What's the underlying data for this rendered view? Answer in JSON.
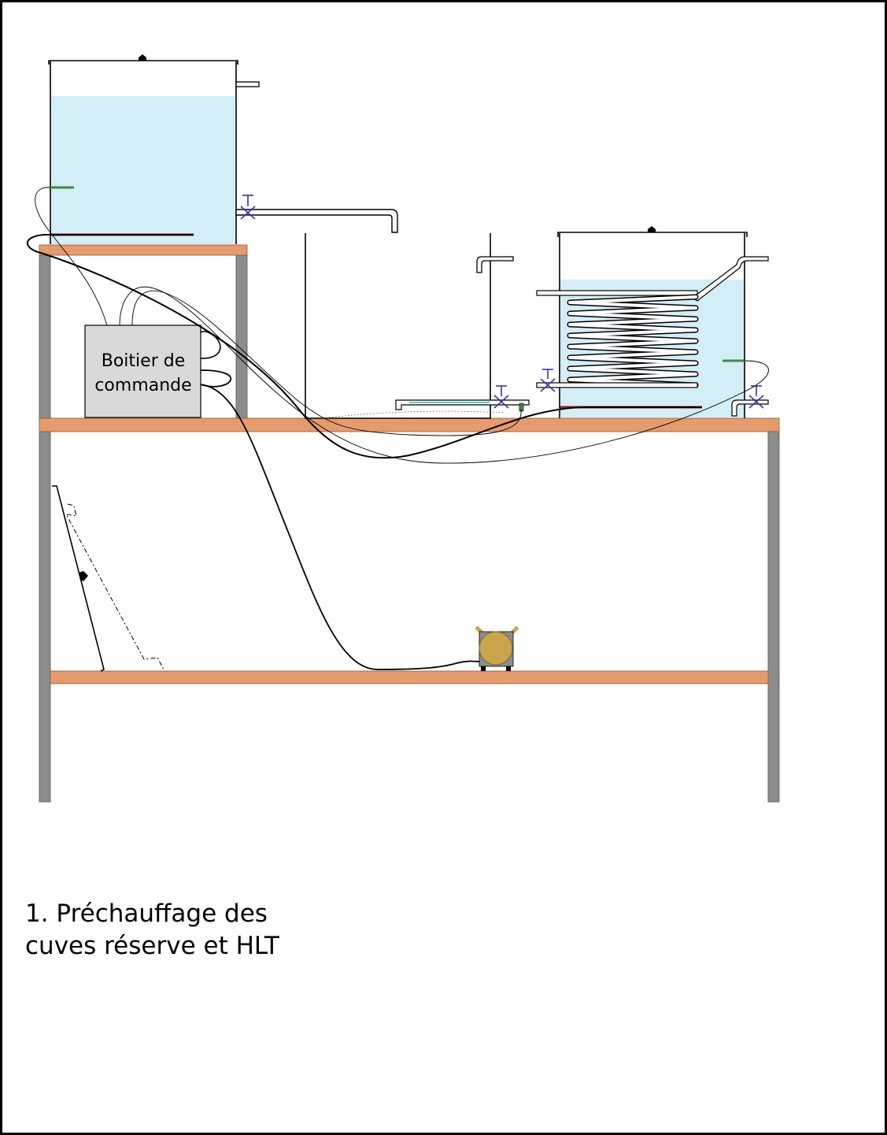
{
  "control_box": {
    "line1": "Boitier de",
    "line2": "commande"
  },
  "caption": {
    "line1": "1. Préchauffage des",
    "line2": "cuves réserve et HLT"
  },
  "colors": {
    "water": "#d4eef8",
    "shelf": "#e69b6c",
    "leg": "#8c8c8c",
    "heater": "#a11f1f",
    "sensor": "#3e8a3e",
    "valve": "#3a2fc0",
    "pump": "#c8a44a",
    "control_box": "#d9d9d9"
  }
}
